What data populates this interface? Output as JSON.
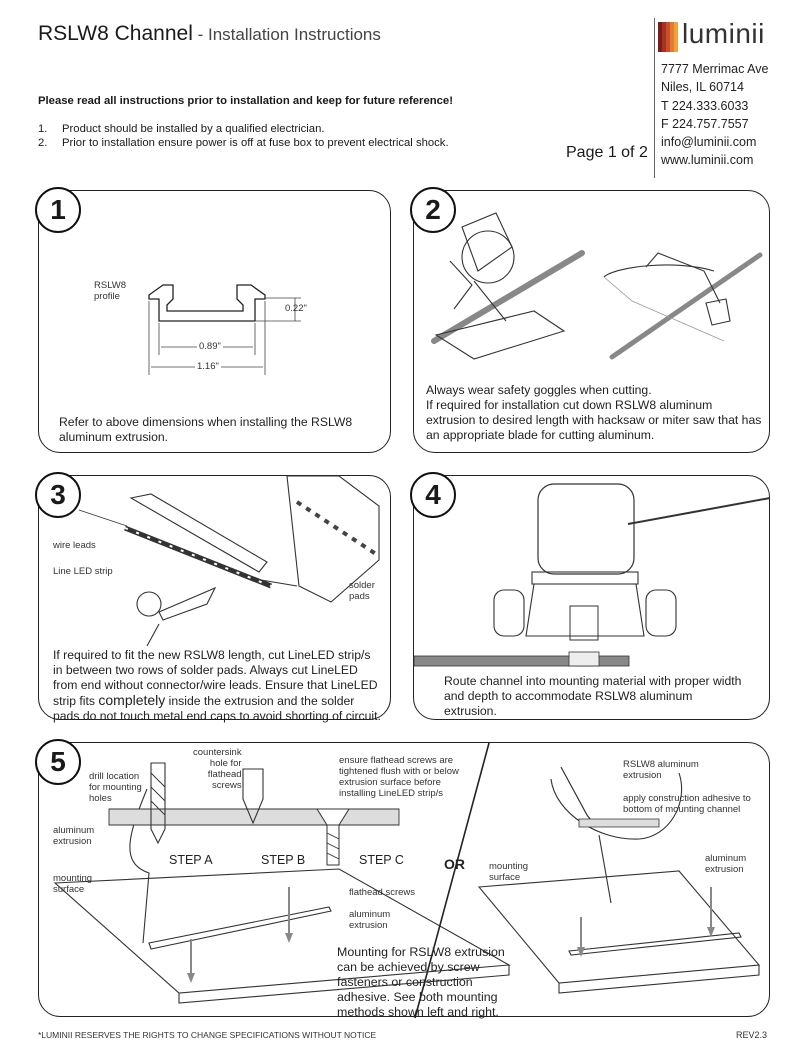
{
  "header": {
    "title": "RSLW8 Channel",
    "title_sep": " - ",
    "subtitle": "Installation Instructions",
    "brand": "luminii",
    "brand_colors": [
      "#7a1d1a",
      "#a8321f",
      "#c9502a",
      "#e07b30",
      "#efa23a"
    ],
    "contact": [
      "7777 Merrimac Ave",
      "Niles, IL 60714",
      "T 224.333.6033",
      "F 224.757.7557",
      "info@luminii.com",
      "www.luminii.com"
    ],
    "page": "Page 1 of 2"
  },
  "intro": {
    "note": "Please read all instructions prior to installation and keep for future reference!",
    "items": [
      {
        "num": "1.",
        "text": "Product should be installed by a qualified electrician."
      },
      {
        "num": "2.",
        "text": "Prior to installation ensure power is off at fuse box to prevent electrical shock."
      }
    ]
  },
  "step1": {
    "number": "1",
    "profile_label": "RSLW8\nprofile",
    "dim_height": "0.22\"",
    "dim_inner": "0.89\"",
    "dim_outer": "1.16\"",
    "text": "Refer to above dimensions when installing the RSLW8 aluminum extrusion."
  },
  "step2": {
    "number": "2",
    "text_line1": "Always wear safety goggles when cutting.",
    "text_line2": "If required for installation cut down RSLW8 aluminum extrusion to desired length with hacksaw or miter saw that has an appropriate blade for cutting aluminum."
  },
  "step3": {
    "number": "3",
    "label_wire": "wire leads",
    "label_strip": "Line LED strip",
    "label_pads": "solder\npads",
    "text_part1": "If required to fit the new RSLW8 length, cut LineLED strip/s in between two rows of solder pads. Always cut LineLED from end without connector/wire leads. Ensure that LineLED strip fits ",
    "text_emph": "completely",
    "text_part2": " inside the extrusion and the solder pads do not touch metal end caps to avoid shorting of circuit."
  },
  "step4": {
    "number": "4",
    "text": "Route channel into mounting material with proper width and depth to accommodate RSLW8 aluminum extrusion."
  },
  "step5": {
    "number": "5",
    "label_drill": "drill location\nfor mounting\nholes",
    "label_countersink": "countersink\nhole for\nflathead\nscrews",
    "label_ensure": "ensure flathead screws are\ntightened flush with or below\nextrusion surface before\ninstalling LineLED strip/s",
    "label_alum_left": "aluminum\nextrusion",
    "label_mount_left": "mounting\nsurface",
    "label_flathead": "flathead screws",
    "label_alum_mid": "aluminum\nextrusion",
    "step_a": "STEP A",
    "step_b": "STEP B",
    "step_c": "STEP C",
    "or": "OR",
    "label_rslw8": "RSLW8 aluminum\nextrusion",
    "label_adhesive": "apply construction adhesive to\nbottom of mounting channel",
    "label_mount_right": "mounting\nsurface",
    "label_alum_right": "aluminum\nextrusion",
    "text": "Mounting for RSLW8 extrusion can be achieved by screw fasteners or construction adhesive. See both mounting methods shown left and right."
  },
  "footer": {
    "disclaimer": "*LUMINII RESERVES THE RIGHTS TO CHANGE SPECIFICATIONS WITHOUT NOTICE",
    "rev": "REV2.3"
  }
}
